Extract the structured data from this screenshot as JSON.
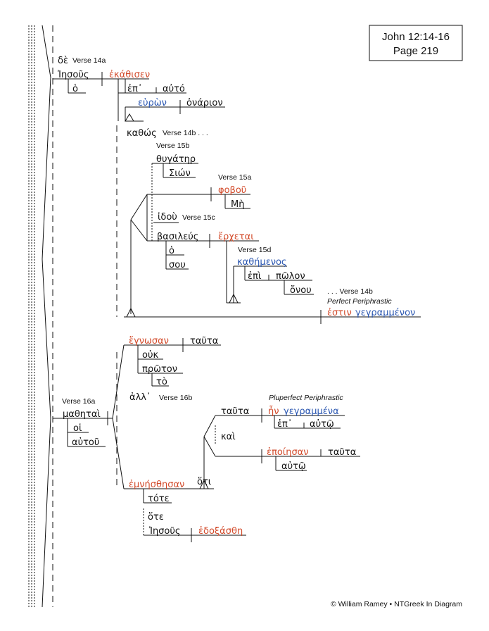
{
  "header": {
    "ref": "John 12:14-16",
    "page": "Page 219"
  },
  "footer": {
    "copyright": "© William Ramey • NTGreek In Diagram"
  },
  "labels": {
    "v14a": "Verse 14a",
    "v14b_start": "Verse 14b . . .",
    "v15b": "Verse 15b",
    "v15a": "Verse 15a",
    "v15c": "Verse 15c",
    "v15d": "Verse 15d",
    "v14b_end": ". . . Verse 14b",
    "perfect": "Perfect Periphrastic",
    "v16a": "Verse 16a",
    "v16b": "Verse 16b",
    "pluperfect": "Pluperfect Periphrastic"
  },
  "words": {
    "de": "δὲ",
    "iesous1": "Ἰησοῦς",
    "ekathisen": "ἐκάθισεν",
    "ho1": "ὁ",
    "ep1": "ἐπ᾿",
    "auto1": "αὐτό",
    "heuron": "εὑρὼν",
    "onarion": "ὀνάριον",
    "kathos": "καθώς",
    "thugater": "θυγάτηρ",
    "sion": "Σιών",
    "phobou": "φοβοῦ",
    "me": "Μὴ",
    "idou": "ἰδοὺ",
    "basileus": "βασιλεύς",
    "erchetai": "ἔρχεται",
    "ho2": "ὁ",
    "sou": "σου",
    "kathemenos": "καθήμενος",
    "epi": "ἐπὶ",
    "polon": "πῶλον",
    "onou": "ὄνου",
    "estin": "ἐστιν",
    "gegrammenon": "γεγραμμένον",
    "egnosan": "ἔγνωσαν",
    "tauta1": "ταῦτα",
    "ouk": "οὐκ",
    "proton": "πρῶτον",
    "to": "τὸ",
    "mathetai": "μαθηταὶ",
    "hoi": "οἱ",
    "autou": "αὐτοῦ",
    "all": "ἀλλ᾿",
    "tauta2": "ταῦτα",
    "en": "ἦν",
    "gegrammena": "γεγραμμένα",
    "ep2": "ἐπ᾿",
    "auto2": "αὐτῷ",
    "kai": "καὶ",
    "epoiesan": "ἐποίησαν",
    "tauta3": "ταῦτα",
    "auto3": "αὐτῷ",
    "emnesthesan": "ἐμνήσθησαν",
    "hoti": "ὅτι",
    "tote": "τότε",
    "hote": "ὅτε",
    "iesous2": "Ἰησοῦς",
    "edoxasthe": "ἐδοξάσθη"
  }
}
